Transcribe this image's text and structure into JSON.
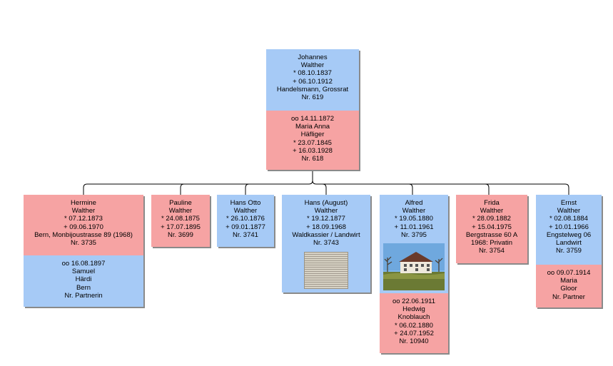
{
  "root": {
    "person": [
      "Johannes",
      "Walther",
      "* 08.10.1837",
      "+ 06.10.1912",
      "Handelsmann, Grossrat",
      "Nr. 619"
    ],
    "spouse": [
      "oo 14.11.1872",
      "Maria Anna",
      "Häfliger",
      "* 23.07.1845",
      "+ 16.03.1928",
      "Nr. 618"
    ]
  },
  "children": [
    {
      "person": [
        "Hermine",
        "Walther",
        "* 07.12.1873",
        "+ 09.06.1970",
        "Bern, Monbijoustrasse 89 (1968)",
        "Nr. 3735"
      ],
      "spouse": [
        "oo 16.08.1897",
        "Samuel",
        "Härdi",
        "Bern",
        "Nr. Partnerin"
      ]
    },
    {
      "person": [
        "Pauline",
        "Walther",
        "* 24.08.1875",
        "+ 17.07.1895",
        "Nr. 3699"
      ]
    },
    {
      "person": [
        "Hans Otto",
        "Walther",
        "* 26.10.1876",
        "+ 09.01.1877",
        "Nr. 3741"
      ]
    },
    {
      "person": [
        "Hans (August)",
        "Walther",
        "* 19.12.1877",
        "+ 18.09.1968",
        "Waldkassier / Landwirt",
        "Nr. 3743"
      ],
      "image": "document-scan"
    },
    {
      "person": [
        "Alfred",
        "Walther",
        "* 19.05.1880",
        "+ 11.01.1961",
        "Nr. 3795"
      ],
      "image": "farmhouse-photo",
      "spouse": [
        "oo 22.06.1911",
        "Hedwig",
        "Knoblauch",
        "* 06.02.1880",
        "+ 24.07.1952",
        "Nr. 10940"
      ]
    },
    {
      "person": [
        "Frida",
        "Walther",
        "* 28.09.1882",
        "+ 15.04.1975",
        "Bergstrasse 60 A",
        "1968: Privatin",
        "Nr. 3754"
      ]
    },
    {
      "person": [
        "Ernst",
        "Walther",
        "* 02.08.1884",
        "+ 10.01.1966",
        "Engstelweg 06",
        "Landwirt",
        "Nr. 3759"
      ],
      "spouse": [
        "oo 09.07.1914",
        "Maria",
        "Gloor",
        "Nr. Partner"
      ]
    }
  ],
  "colors": {
    "male": "#a6caf6",
    "female": "#f6a3a3",
    "line": "#000000"
  }
}
